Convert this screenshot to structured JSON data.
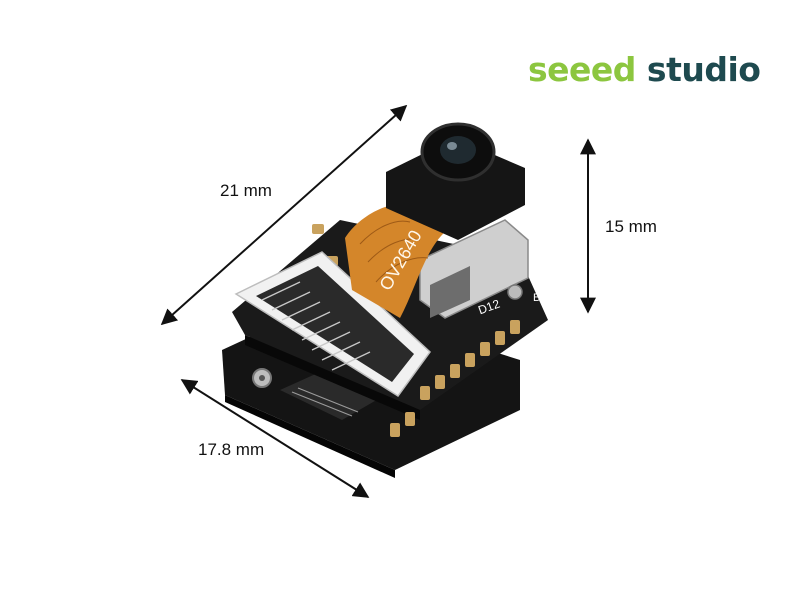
{
  "logo": {
    "part1": "seeed",
    "part2": "studio"
  },
  "dimensions": {
    "diagonal_length": "21 mm",
    "height": "15 mm",
    "width": "17.8 mm"
  },
  "board": {
    "flex_label": "OV2640",
    "pin_label": "D12",
    "pin_b": "B"
  },
  "colors": {
    "logo_green": "#8cc63f",
    "logo_dark": "#1e4a4f",
    "pcb": "#111111",
    "flex": "#d4862a",
    "gold": "#c9a25e"
  },
  "icons": [
    "double-arrow-icon"
  ]
}
